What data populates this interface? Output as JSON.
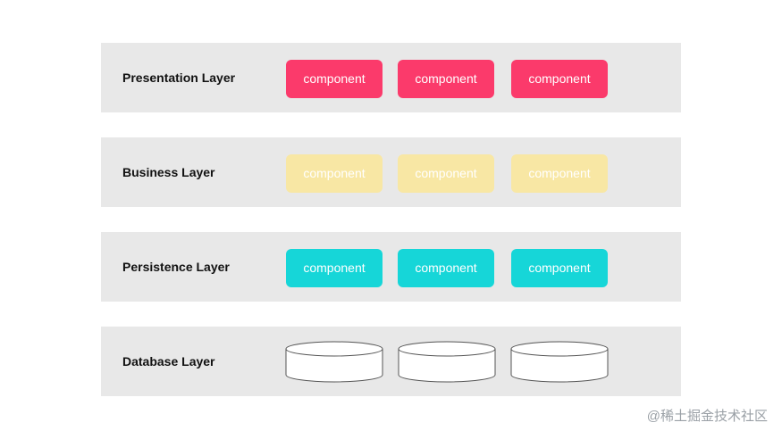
{
  "diagram": {
    "layers": [
      {
        "label": "Presentation Layer",
        "color": "#fb3a6b",
        "kind": "components",
        "components": [
          "component",
          "component",
          "component"
        ]
      },
      {
        "label": "Business Layer",
        "color": "#f8e7a4",
        "kind": "components",
        "components": [
          "component",
          "component",
          "component"
        ]
      },
      {
        "label": "Persistence Layer",
        "color": "#16d6d8",
        "kind": "components",
        "components": [
          "component",
          "component",
          "component"
        ]
      },
      {
        "label": "Database Layer",
        "color": "#ffffff",
        "kind": "databases",
        "databases": [
          "database",
          "database",
          "database"
        ]
      }
    ]
  },
  "watermark": "@稀土掘金技术社区"
}
